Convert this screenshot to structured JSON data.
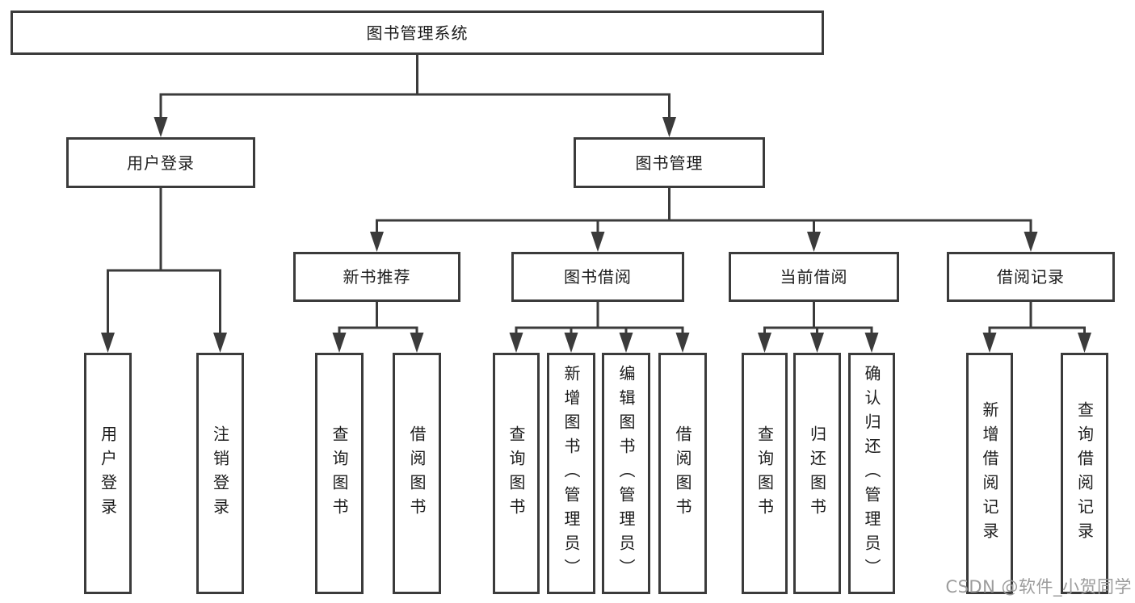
{
  "diagram": {
    "type": "hierarchy-tree",
    "colors": {
      "background": "#ffffff",
      "line": "#3b3b3b",
      "box_border": "#3b3b3b",
      "text": "#1c1c1c",
      "watermark": "#9c9c9c"
    },
    "tree": {
      "label": "图书管理系统",
      "children": [
        {
          "label": "用户登录",
          "children": [
            {
              "label": "用户登录"
            },
            {
              "label": "注销登录"
            }
          ]
        },
        {
          "label": "图书管理",
          "children": [
            {
              "label": "新书推荐",
              "children": [
                {
                  "label": "查询图书"
                },
                {
                  "label": "借阅图书"
                }
              ]
            },
            {
              "label": "图书借阅",
              "children": [
                {
                  "label": "查询图书"
                },
                {
                  "label": "新增图书（管理员）"
                },
                {
                  "label": "编辑图书（管理员）"
                },
                {
                  "label": "借阅图书"
                }
              ]
            },
            {
              "label": "当前借阅",
              "children": [
                {
                  "label": "查询图书"
                },
                {
                  "label": "归还图书"
                },
                {
                  "label": "确认归还（管理员）"
                }
              ]
            },
            {
              "label": "借阅记录",
              "children": [
                {
                  "label": "新增借阅记录"
                },
                {
                  "label": "查询借阅记录"
                }
              ]
            }
          ]
        }
      ]
    },
    "watermark": {
      "text": "CSDN @软件_小贺同学"
    }
  }
}
